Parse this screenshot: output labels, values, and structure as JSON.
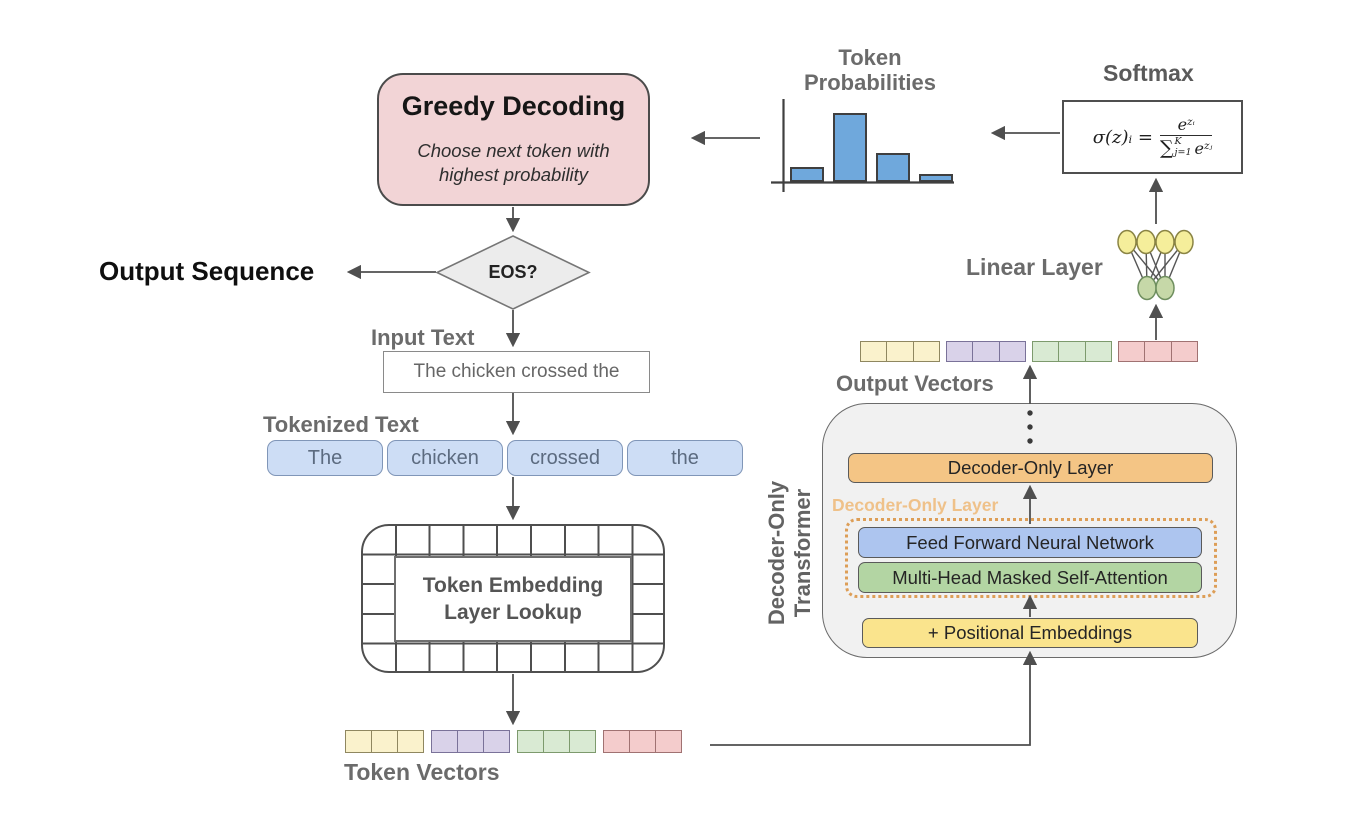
{
  "greedy": {
    "title": "Greedy Decoding",
    "subtitle": "Choose next token with highest probability"
  },
  "labels": {
    "output_sequence": "Output Sequence",
    "input_text": "Input Text",
    "tokenized_text": "Tokenized Text",
    "token_vectors": "Token Vectors",
    "output_vectors": "Output Vectors",
    "linear_layer": "Linear Layer",
    "softmax": "Softmax",
    "token_probabilities": "Token Probabilities"
  },
  "eos": {
    "label": "EOS?"
  },
  "input": {
    "value": "The chicken crossed the"
  },
  "tokens": [
    "The",
    "chicken",
    "crossed",
    "the"
  ],
  "embedding": {
    "label": "Token Embedding Layer Lookup"
  },
  "transformer": {
    "side_label_line1": "Decoder-Only",
    "side_label_line2": "Transformer",
    "top_layer": "Decoder-Only Layer",
    "dotted_label": "Decoder-Only Layer",
    "ffnn": "Feed Forward Neural Network",
    "attention": "Multi-Head Masked Self-Attention",
    "positional": "+ Positional Embeddings"
  },
  "softmax_formula": {
    "lhs": "σ(z)ᵢ =",
    "num_base": "e",
    "num_exp": "zᵢ",
    "sum_symbol": "∑",
    "sum_top": "K",
    "sum_bottom": "j=1",
    "den_base": "e",
    "den_exp": "zⱼ"
  },
  "token_probabilities": {
    "values": [
      0.22,
      1.0,
      0.42,
      0.12
    ],
    "bar_fill": "#6fa8dc",
    "bar_border": "#3f3f3f"
  },
  "vectors": {
    "groups": [
      "yellow",
      "purple",
      "green",
      "pink"
    ],
    "cells_per_group": 3,
    "fills": [
      "#faf2cc",
      "#d9d2e9",
      "#d9ead3",
      "#f4cccc"
    ],
    "borders": [
      "#8f8760",
      "#7a7299",
      "#7d9a6d",
      "#a07272"
    ]
  },
  "linear_layer": {
    "top_nodes": 4,
    "bottom_nodes": 2,
    "top_fill": "#f5ee9b",
    "top_stroke": "#8a8444",
    "bottom_fill": "#c6d8a8",
    "bottom_stroke": "#6f8f5f",
    "line_color": "#555555"
  },
  "palette": {
    "greedy_fill": "#f2d4d6",
    "token_fill": "#cdddf5",
    "transformer_fill": "#f1f1f1",
    "layer_orange_fill": "#f4c585",
    "layer_blue_fill": "#adc5ef",
    "layer_green_fill": "#b3d5a3",
    "layer_yellow_fill": "#fae48d",
    "dotted_border": "#dd9e57",
    "diamond_fill": "#ececec",
    "arrow_color": "#4f4f4f"
  }
}
